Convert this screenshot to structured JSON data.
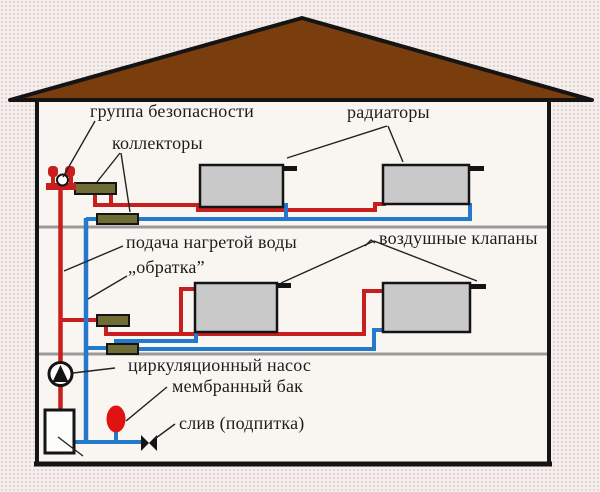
{
  "diagram": {
    "type": "two-storey-house-heating-system-schematic",
    "labels": {
      "safety_group": "группа безопасности",
      "collectors": "коллекторы",
      "radiators": "радиаторы",
      "supply": "подача нагретой воды",
      "return": "„обратка”",
      "air_valves": "воздушные клапаны",
      "pump": "циркуляционный насос",
      "tank": "мембранный бак",
      "drain": "слив (подпитка)"
    },
    "components": {
      "roof": "roof-triangle",
      "radiator_count": 4,
      "collector_count": 4,
      "safety_group": "safety-group-with-pressure-gauge",
      "pump": "circulation-pump",
      "tank": "membrane-expansion-tank",
      "boiler": "boiler",
      "drain_valve": "drain-valve"
    },
    "colors": {
      "supply_pipe": "#c91e1e",
      "return_pipe": "#2479cc",
      "roof": "#7a3d0e",
      "collector": "#6f6d34",
      "radiator_fill": "#c9c9c9",
      "tank": "#e01212",
      "outline": "#141414",
      "floor_line": "#9a9a9a",
      "background": "#f4efec",
      "house_interior": "#f9f6f2",
      "text": "#1c1c1c"
    }
  }
}
